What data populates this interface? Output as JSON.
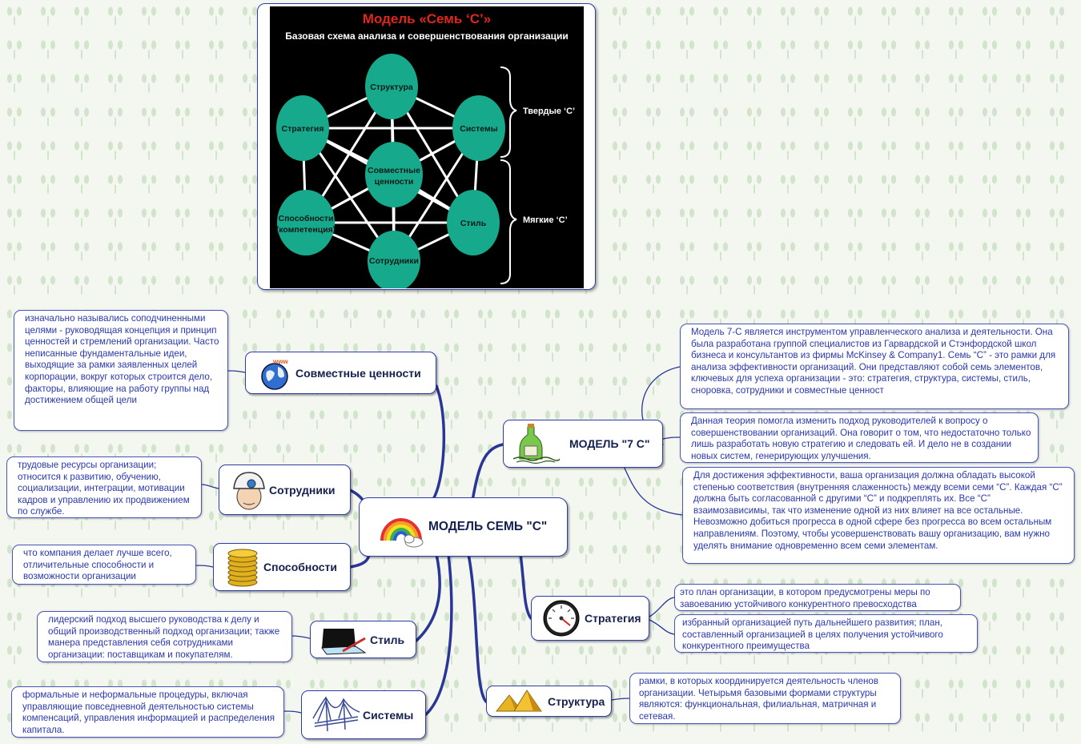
{
  "image": {
    "title": "Модель «Семь ‘С’»",
    "subtitle": "Базовая схема анализа и совершенствования организации",
    "circles": {
      "structure": "Структура",
      "strategy": "Стратегия",
      "systems": "Системы",
      "shared_values_1": "Совместные",
      "shared_values_2": "ценности",
      "skills_1": "Способности",
      "skills_2": "(компетенция)",
      "style": "Стиль",
      "staff": "Сотрудники"
    },
    "hard": "Твердые ‘С’",
    "soft": "Мягкие ‘С’",
    "colors": {
      "circle": "#17a98b",
      "title": "#e2261c",
      "bg": "#000000"
    }
  },
  "central": {
    "label": "МОДЕЛЬ СЕМЬ \"С\"",
    "icon": "rainbow-icon"
  },
  "left_branches": [
    {
      "label": "Совместные ценности",
      "icon": "globe-icon",
      "note": "изначально назывались соподчиненными целями - руководящая концепция и принцип ценностей и стремлений организации. Часто неписанные фундаментальные идеи, выходящие за рамки заявленных целей корпорации, вокруг которых строится дело, факторы, влияющие на работу группы над достижением общей цели"
    },
    {
      "label": "Сотрудники",
      "icon": "worker-icon",
      "note": "трудовые ресурсы организации; относится к развитию, обучению, социализации, интеграции, мотивации кадров и управлению их продвижением по службе."
    },
    {
      "label": "Способности",
      "icon": "coins-icon",
      "note": "что компания делает лучше всего, отличительные способности и возможности организации"
    },
    {
      "label": "Стиль",
      "icon": "laptop-icon",
      "note": "лидерский подход высшего руководства к делу и общий производственный подход организации; также манера представления себя сотрудниками организации: поставщикам и покупателям."
    },
    {
      "label": "Системы",
      "icon": "bridge-icon",
      "note": "формальные и неформальные процедуры, включая управляющие повседневной деятельностью системы компенсаций, управления информацией и распределения капитала."
    }
  ],
  "model7": {
    "label": "МОДЕЛЬ \"7 С\"",
    "icon": "bottle-icon",
    "notes": [
      "Модель 7-С является инструментом управленческого анализа и деятельности. Она была разработана группой специалистов из Гарвардской и Стэнфордской школ бизнеса и консультантов из фирмы McKinsey & Company1. Семь “С” - это рамки для анализа эффективности организаций. Они представляют собой семь элементов, ключевых для успеха организации - это: стратегия, структура, системы, стиль, сноровка, сотрудники и совместные ценност",
      "Данная теория помогла изменить подход руководителей к вопросу о совершенствовании организаций. Она говорит о том, что недостаточно только лишь разработать новую стратегию и следовать ей. И дело не в создании новых систем, генерирующих улучшения.",
      "Для достижения эффективности, ваша организация должна обладать высокой степенью соответствия (внутренняя слаженность) между всеми семи “С”. Каждая “С” должна быть согласованной с другими “С” и подкреплять их. Все “С” взаимозависимы, так что изменение одной из них влияет на все остальные. Невозможно добиться прогресса в одной сфере без прогресса во всем остальным направлениям. Поэтому, чтобы усовершенствовать вашу организацию, вам нужно уделять внимание одновременно всем семи элементам."
    ]
  },
  "strategy": {
    "label": "Стратегия",
    "icon": "gauge-icon",
    "notes": [
      "это план организации, в котором предусмотрены меры по завоеванию устойчивого конкурентного превосходства",
      "избранный организацией путь дальнейшего развития; план, составленный организацией в целях получения устойчивого конкурентного преимущества"
    ]
  },
  "structure": {
    "label": "Структура",
    "icon": "pyramids-icon",
    "note": "рамки, в которых координируется деятельность членов организации. Четырьмя базовыми формами структуры являются: функциональная, филиальная, матричная и сетевая."
  },
  "colors": {
    "line": "#2a3596",
    "border": "#2e3ca8",
    "note_text": "#2a38b0"
  }
}
